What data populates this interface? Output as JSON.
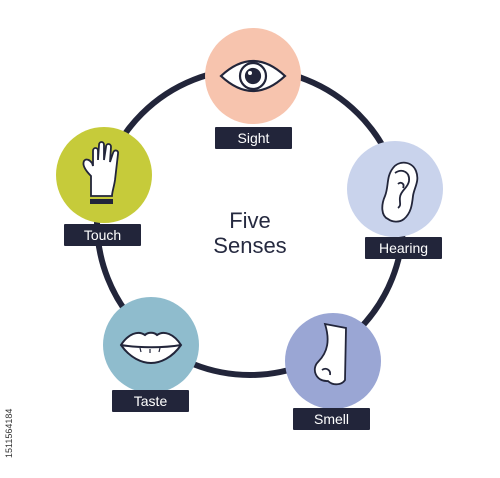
{
  "title": {
    "line1": "Five",
    "line2": "Senses"
  },
  "senses": [
    {
      "label": "Sight",
      "icon": "eye-icon",
      "color": "#f7c4ae"
    },
    {
      "label": "Hearing",
      "icon": "ear-icon",
      "color": "#c9d3ec"
    },
    {
      "label": "Smell",
      "icon": "nose-icon",
      "color": "#9aa6d4"
    },
    {
      "label": "Taste",
      "icon": "lips-icon",
      "color": "#8fbccd"
    },
    {
      "label": "Touch",
      "icon": "hand-icon",
      "color": "#c6cb3a"
    }
  ],
  "ring_color": "#22253a",
  "stock_id": "1511564184"
}
